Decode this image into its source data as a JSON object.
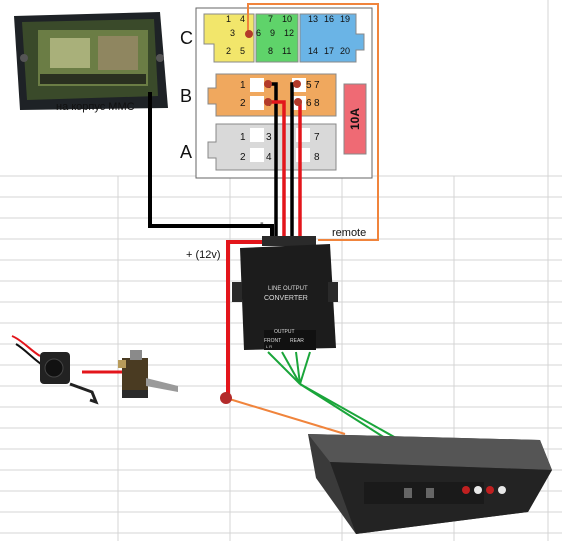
{
  "labels": {
    "mmc_caption": "на корпус ММС",
    "plus12v": "+ (12v)",
    "remote": "remote",
    "minus": "-",
    "fuse": "10A",
    "converter_title1": "LINE OUTPUT",
    "converter_title2": "CONVERTER",
    "converter_output": "OUTPUT",
    "converter_front": "FRONT",
    "converter_rear": "REAR",
    "converter_lr": "L  R"
  },
  "connector_rows": {
    "C": "C",
    "B": "B",
    "A": "A"
  },
  "pins": {
    "yellow": [
      "1",
      "4",
      "3",
      "6",
      "2",
      "5"
    ],
    "green": [
      "7",
      "10",
      "9",
      "12",
      "8",
      "11"
    ],
    "blue": [
      "13",
      "16",
      "19",
      "14",
      "17",
      "20"
    ],
    "b_orange": [
      "1",
      "3",
      "5",
      "7",
      "2",
      "4",
      "6",
      "8"
    ],
    "a_gray": [
      "1",
      "3",
      "7",
      "2",
      "4",
      "8"
    ]
  },
  "colors": {
    "yellow_block": "#f2e66b",
    "green_block": "#5fd36a",
    "blue_block": "#6ab4e6",
    "orange_block": "#f0a85e",
    "gray_block": "#d9d9d9",
    "fuse": "#ef6a74",
    "wire_black": "#000000",
    "wire_red": "#e3151b",
    "wire_green": "#1aa53a",
    "wire_orange": "#f0843c",
    "grid": "#d4d4d4"
  },
  "icons": [
    "head-unit-icon",
    "line-converter-icon",
    "toggle-switch-icon",
    "cigarette-plug-icon",
    "amplifier-icon"
  ]
}
